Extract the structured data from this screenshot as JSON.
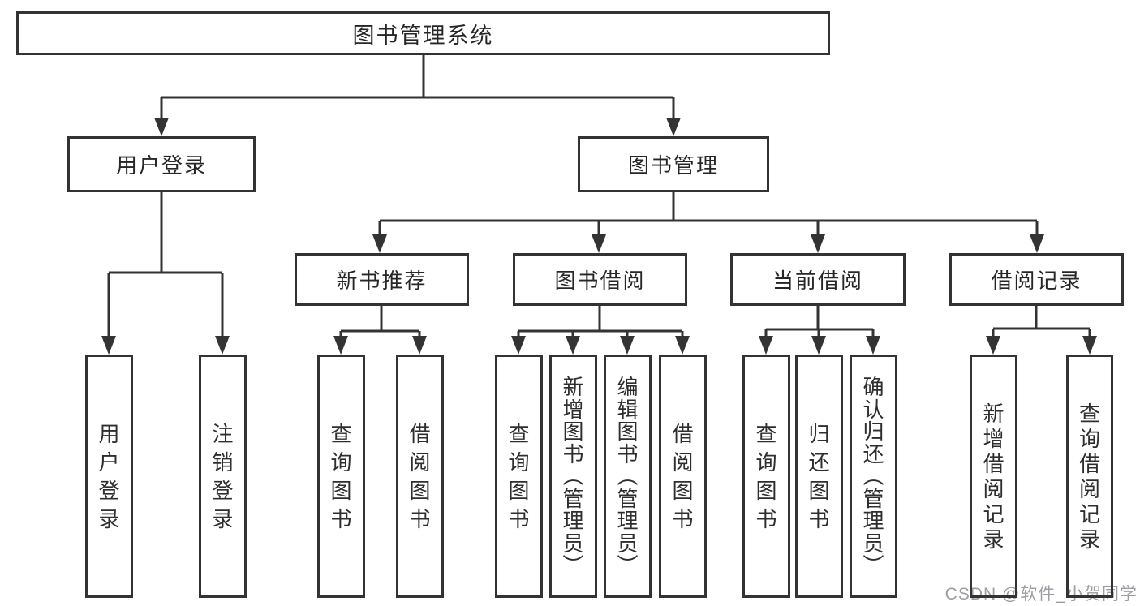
{
  "tree": {
    "root": {
      "label": "图书管理系统"
    },
    "branches": [
      {
        "label": "用户登录",
        "leaves": [
          "用户登录",
          "注销登录"
        ]
      },
      {
        "label": "图书管理",
        "groups": [
          {
            "label": "新书推荐",
            "leaves": [
              "查询图书",
              "借阅图书"
            ]
          },
          {
            "label": "图书借阅",
            "leaves": [
              "查询图书",
              "新增图书（管理员）",
              "编辑图书（管理员）",
              "借阅图书"
            ]
          },
          {
            "label": "当前借阅",
            "leaves": [
              "查询图书",
              "归还图书",
              "确认归还（管理员）"
            ]
          },
          {
            "label": "借阅记录",
            "leaves": [
              "新增借阅记录",
              "查询借阅记录"
            ]
          }
        ]
      }
    ]
  },
  "watermark": {
    "text": "CSDN @软件_小贺同学"
  },
  "colors": {
    "border": "#333333",
    "line": "#333333",
    "text": "#262626",
    "watermark": "#9b9da2",
    "background": "#ffffff"
  }
}
